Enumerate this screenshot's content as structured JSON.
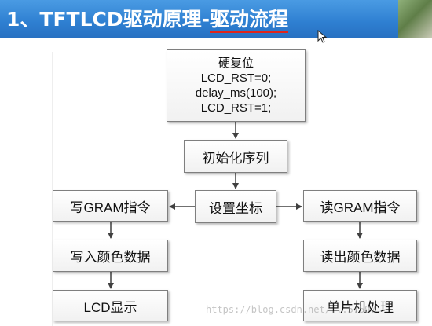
{
  "slide": {
    "title_prefix": "1、TFTLCD驱动原理-",
    "title_highlight": "驱动流程"
  },
  "flowchart": {
    "reset": {
      "heading": "硬复位",
      "line1": "LCD_RST=0;",
      "line2": "delay_ms(100);",
      "line3": "LCD_RST=1;"
    },
    "init_sequence": "初始化序列",
    "set_coordinate": "设置坐标",
    "write_gram": "写GRAM指令",
    "read_gram": "读GRAM指令",
    "write_color": "写入颜色数据",
    "read_color": "读出颜色数据",
    "lcd_display": "LCD显示",
    "mcu_process": "单片机处理"
  },
  "watermark": "https://blog.csdn.net/...57597",
  "colors": {
    "header": "#2e7fd1",
    "title_underline": "#e0241b",
    "box_border": "#7f7f7f",
    "arrow": "#404040"
  }
}
